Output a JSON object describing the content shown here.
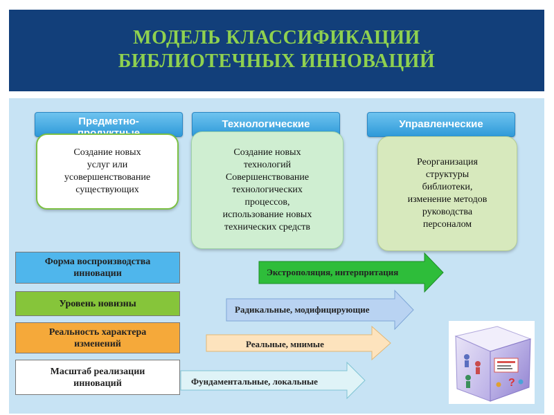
{
  "title": {
    "line1": "МОДЕЛЬ КЛАССИФИКАЦИИ",
    "line2": "БИБЛИОТЕЧНЫХ ИННОВАЦИЙ"
  },
  "categories": [
    {
      "label": "Предметно-\nпродуктные",
      "text": "Создание новых\nуслуг или\nусовершенствование\nсуществующих"
    },
    {
      "label": "Технологические",
      "text": "Создание новых\nтехнологий\nСовершенствование\nтехнологических\nпроцессов,\nиспользование новых\nтехнических средств"
    },
    {
      "label": "Управленческие",
      "text": "Реорганизация\nструктуры\nбиблиотеки,\nизменение методов\nруководства\nперсоналом"
    }
  ],
  "criteria": [
    {
      "label": "Форма воспроизводства\nинновации",
      "value": "Экстрополяция, интерпритация",
      "color": "#4fb6ec",
      "arrow_color": "#2ebd3a"
    },
    {
      "label": "Уровень новизны",
      "value": "Радикальные, модифицирующие",
      "color": "#86c53a",
      "arrow_color": "#b9d3f2"
    },
    {
      "label": "Реальность характера\nизменений",
      "value": "Реальные, мнимые",
      "color": "#f5a93a",
      "arrow_color": "#fde3bd"
    },
    {
      "label": "Масштаб реализации\nинноваций",
      "value": "Фундаментальные, локальные",
      "color": "#ffffff",
      "arrow_color": "#dff3f7"
    }
  ],
  "colors": {
    "header_bg": "#123f7a",
    "title_text": "#8fd14f",
    "panel_bg": "#c7e3f4",
    "tab_bg": "#3aa7e2"
  },
  "icons": [
    "cube-illustration"
  ]
}
